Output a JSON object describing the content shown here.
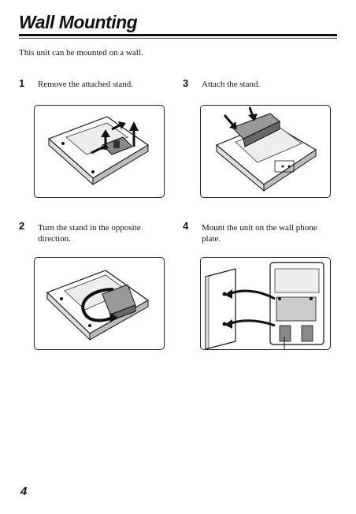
{
  "page": {
    "title": "Wall Mounting",
    "intro": "This unit can be mounted on a wall.",
    "page_number": "4"
  },
  "steps": [
    {
      "number": "1",
      "text": "Remove the attached stand."
    },
    {
      "number": "2",
      "text": "Turn the stand in the opposite direction."
    },
    {
      "number": "3",
      "text": "Attach the stand."
    },
    {
      "number": "4",
      "text": "Mount the unit on the wall phone plate."
    }
  ]
}
